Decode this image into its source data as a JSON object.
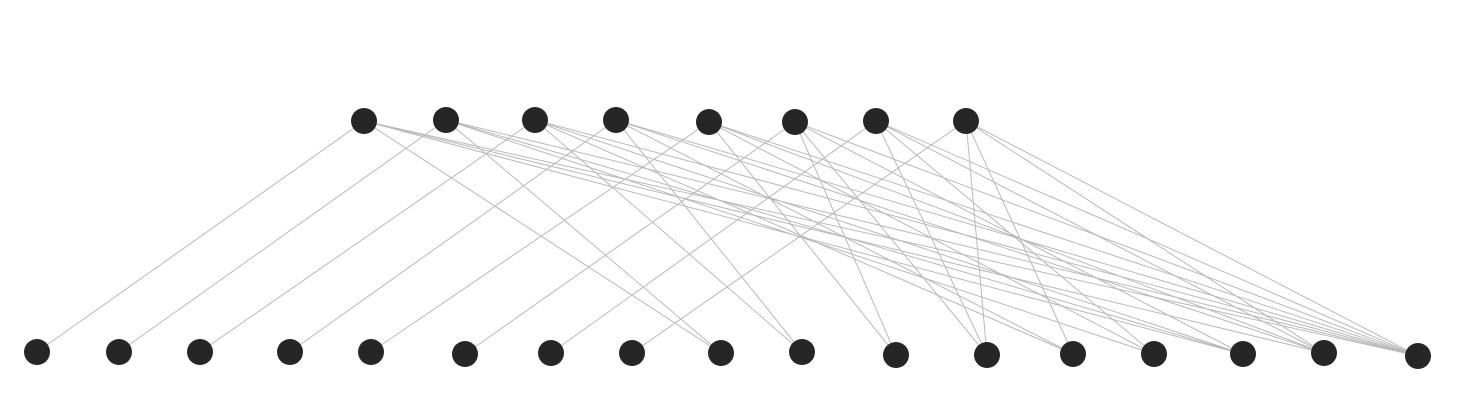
{
  "diagram": {
    "type": "bipartite-graph",
    "colors": {
      "node": "#262626",
      "edge": "#b9b9b9",
      "background": "#ffffff"
    },
    "top_nodes": [
      "t1",
      "t2",
      "t3",
      "t4",
      "t5",
      "t6",
      "t7",
      "t8"
    ],
    "bottom_nodes": [
      "b1",
      "b2",
      "b3",
      "b4",
      "b5",
      "b6",
      "b7",
      "b8",
      "b9",
      "b10",
      "b11",
      "b12",
      "b13",
      "b14",
      "b15",
      "b16",
      "b17"
    ],
    "edges": [
      [
        "t1",
        "b1"
      ],
      [
        "t1",
        "b9"
      ],
      [
        "t1",
        "b15"
      ],
      [
        "t1",
        "b16"
      ],
      [
        "t1",
        "b17"
      ],
      [
        "t2",
        "b2"
      ],
      [
        "t2",
        "b9"
      ],
      [
        "t2",
        "b14"
      ],
      [
        "t2",
        "b15"
      ],
      [
        "t2",
        "b17"
      ],
      [
        "t3",
        "b3"
      ],
      [
        "t3",
        "b10"
      ],
      [
        "t3",
        "b13"
      ],
      [
        "t3",
        "b15"
      ],
      [
        "t3",
        "b17"
      ],
      [
        "t4",
        "b4"
      ],
      [
        "t4",
        "b10"
      ],
      [
        "t4",
        "b13"
      ],
      [
        "t4",
        "b16"
      ],
      [
        "t4",
        "b17"
      ],
      [
        "t5",
        "b5"
      ],
      [
        "t5",
        "b11"
      ],
      [
        "t5",
        "b14"
      ],
      [
        "t5",
        "b16"
      ],
      [
        "t5",
        "b17"
      ],
      [
        "t6",
        "b6"
      ],
      [
        "t6",
        "b11"
      ],
      [
        "t6",
        "b12"
      ],
      [
        "t6",
        "b15"
      ],
      [
        "t6",
        "b17"
      ],
      [
        "t7",
        "b7"
      ],
      [
        "t7",
        "b12"
      ],
      [
        "t7",
        "b14"
      ],
      [
        "t7",
        "b16"
      ],
      [
        "t7",
        "b17"
      ],
      [
        "t8",
        "b8"
      ],
      [
        "t8",
        "b12"
      ],
      [
        "t8",
        "b13"
      ],
      [
        "t8",
        "b16"
      ],
      [
        "t8",
        "b17"
      ]
    ]
  }
}
